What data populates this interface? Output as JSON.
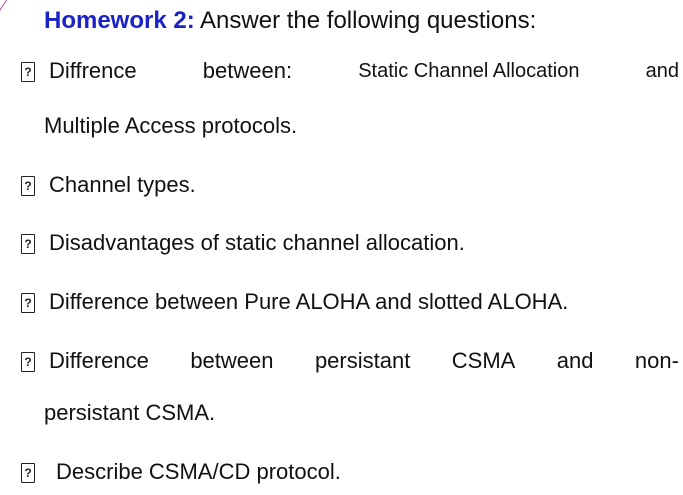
{
  "title": {
    "label": "Homework 2:",
    "text": "Answer the following questions:"
  },
  "bullet_glyph": "?",
  "questions": [
    {
      "line1_words": [
        "Diffrence",
        "between:",
        "Static Channel Allocation",
        "and"
      ],
      "line2": "Multiple Access protocols."
    },
    {
      "line1": "Channel types."
    },
    {
      "line1": "Disadvantages of static channel allocation."
    },
    {
      "line1": "Difference between Pure ALOHA and slotted ALOHA."
    },
    {
      "line1_words": [
        "Difference",
        "between",
        "persistant",
        "CSMA",
        "and",
        "non-"
      ],
      "line2": "persistant CSMA."
    },
    {
      "line1": "Describe CSMA/CD protocol."
    }
  ]
}
